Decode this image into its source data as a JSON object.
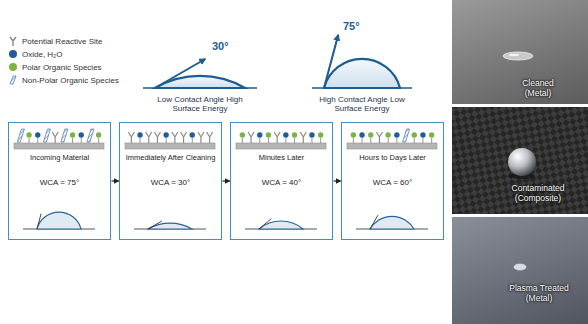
{
  "diagram": {
    "nodes": [
      {
        "text": [
          "Incoming Material",
          "WCA = 75°"
        ]
      },
      {
        "text": [
          "Immediately After Cleaning",
          "WCA = 30°"
        ]
      },
      {
        "text": [
          "Minutes Later",
          "WCA = 40°"
        ]
      },
      {
        "text": [
          "Hours to Days Later",
          "WCA = 60°"
        ]
      },
      {
        "text": [
          "Cleaned (Metal)"
        ]
      },
      {
        "text": [
          "Contaminated (Composite)"
        ]
      },
      {
        "text": [
          "Plasma Treated (Metal)"
        ]
      }
    ],
    "edges": [
      {
        "from": 0,
        "to": 1,
        "arrow": "to"
      },
      {
        "from": 1,
        "to": 2,
        "arrow": "to"
      },
      {
        "from": 2,
        "to": 3,
        "arrow": "to"
      }
    ],
    "labels": [
      "30°",
      "Low Contact Angle High Surface Energy",
      "75°",
      "High Contact Angle Low Surface Energy"
    ],
    "legend": [
      {
        "text": "Potential Reactive Site"
      },
      {
        "text": "Oxide, H₂O",
        "color": "#1f5c99"
      },
      {
        "text": "Polar Organic Species",
        "color": "#7cb342"
      },
      {
        "text": "Non-Polar Organic Species"
      }
    ]
  }
}
